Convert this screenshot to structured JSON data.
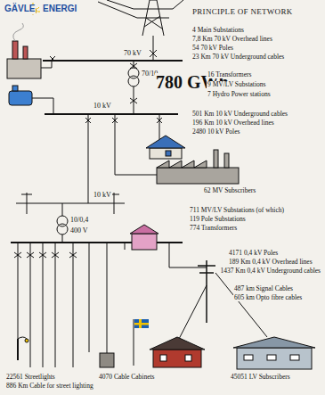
{
  "diagram": {
    "title": "PRINCIPLE OF NETWORK",
    "labels": [
      "GÄVLE",
      "ENERGI",
      "70 kV",
      "70/10",
      "780 GWh",
      "10 kV",
      "10 kV",
      "10/0,4",
      "400 V",
      "4 Main Substations",
      "7,8 Km 70 kV Overhead lines",
      "54  70 kV Poles",
      "23 Km 70 kV Underground cables",
      "16 Transformers",
      "9 MV/LV Substations",
      "7 Hydro Power stations",
      "501 Km 10 kV Underground cables",
      "196 Km 10 kV Overhead lines",
      "2480 10 kV Poles",
      "62 MV Subscribers",
      "711 MV/LV Substations (of which)",
      "119 Pole Substations",
      "774 Transformers",
      "4171 0,4 kV Poles",
      "189 Km 0,4 kV Overhead lines",
      "1437 Km 0,4 kV Underground cables",
      "487 km Signal Cables",
      "605 km Opto fibre cables",
      "22561 Streetlights",
      "886 Km Cable for street lighting",
      "4070 Cable Cabinets",
      "45051 LV Subscribers"
    ]
  }
}
